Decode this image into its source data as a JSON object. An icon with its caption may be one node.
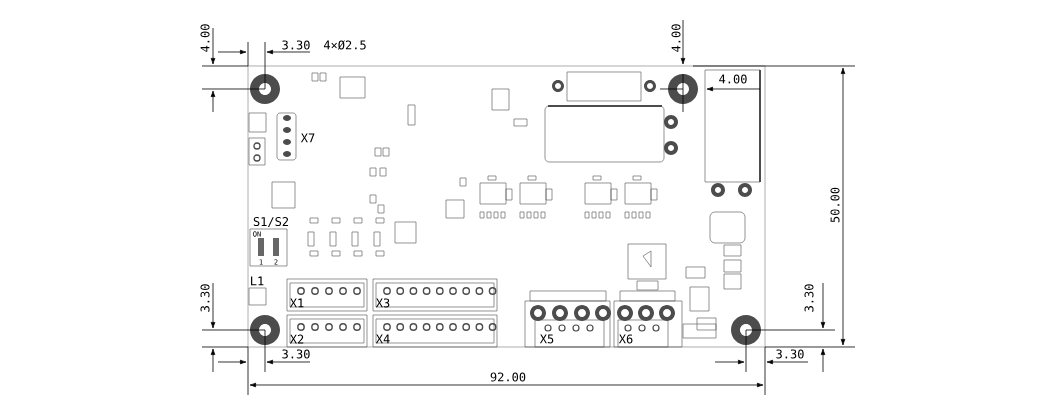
{
  "diagram": {
    "labels": [
      "4.00",
      "3.30",
      "4×Ø2.5",
      "4.00",
      "4.00",
      "X7",
      "50.00",
      "S1/S2",
      "ON",
      "1",
      "2",
      "L1",
      "X1",
      "X3",
      "3.30",
      "3.30",
      "X2",
      "X4",
      "X5",
      "X6",
      "3.30",
      "3.30",
      "92.00"
    ]
  }
}
